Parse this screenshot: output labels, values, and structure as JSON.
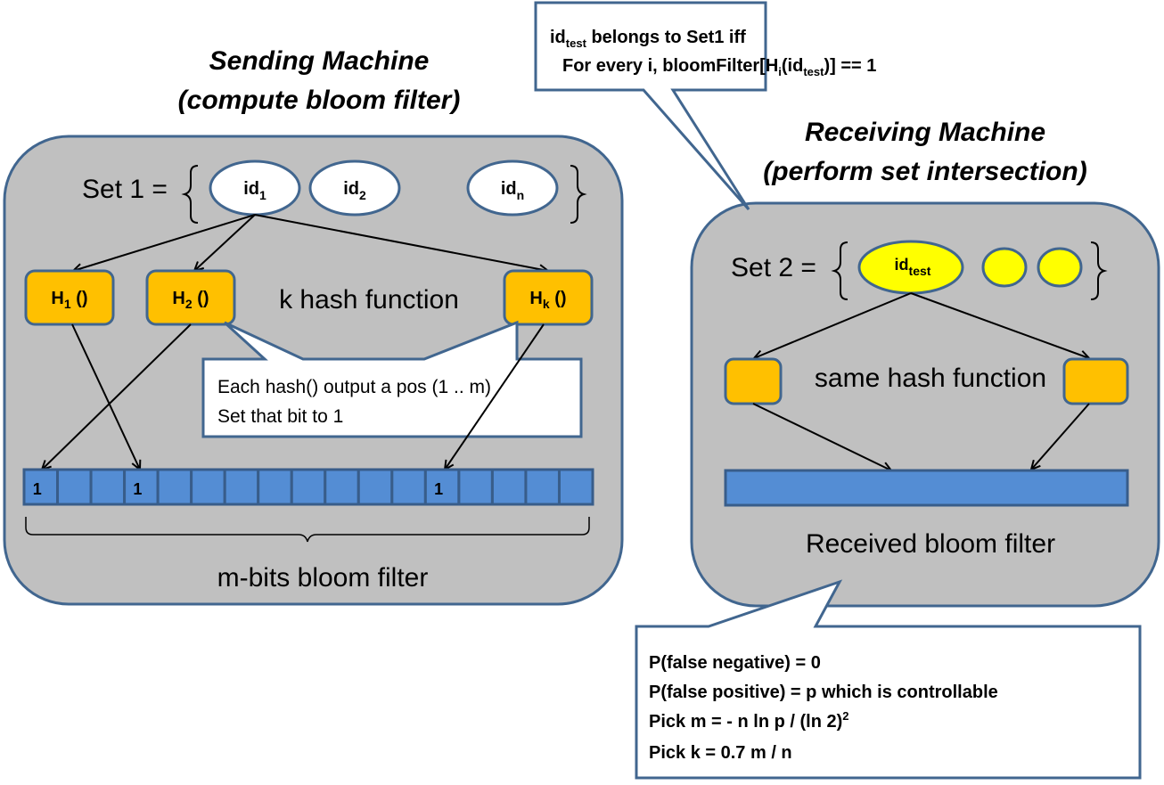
{
  "colors": {
    "panel_fill": "#c0c0c0",
    "panel_stroke": "#41668f",
    "hash_fill": "#ffc000",
    "set2_fill": "#ffff00",
    "bit_fill": "#548dd4",
    "bit_stroke": "#385d8a",
    "callout_fill": "#ffffff"
  },
  "sending": {
    "title_line1": "Sending Machine",
    "title_line2": "(compute bloom filter)",
    "set_label": "Set 1 =",
    "elements": [
      {
        "base": "id",
        "sub": "1"
      },
      {
        "base": "id",
        "sub": "2"
      },
      {
        "base": "id",
        "sub": "n"
      }
    ],
    "hash_functions": [
      {
        "base": "H",
        "sub": "1",
        "suffix": " ()"
      },
      {
        "base": "H",
        "sub": "2",
        "suffix": " ()"
      },
      {
        "base": "H",
        "sub": "k",
        "suffix": " ()"
      }
    ],
    "hash_label": "k hash function",
    "bits": [
      "1",
      "",
      "",
      "1",
      "",
      "",
      "",
      "",
      "",
      "",
      "",
      "",
      "1",
      "",
      "",
      "",
      ""
    ],
    "bits_label": "m-bits bloom filter",
    "callout": {
      "line1": "Each hash() output a pos (1 .. m)",
      "line2": "Set that bit to 1"
    }
  },
  "receiving": {
    "title_line1": "Receiving Machine",
    "title_line2": "(perform set intersection)",
    "set_label": "Set 2 =",
    "test_element": {
      "base": "id",
      "sub": "test"
    },
    "hash_label": "same hash function",
    "filter_label": "Received bloom filter"
  },
  "top_callout": {
    "line1_base": "id",
    "line1_sub": "test",
    "line1_rest": " belongs to Set1 iff",
    "line2_a": "For every i, bloomFilter[H",
    "line2_sub1": "i",
    "line2_b": "(id",
    "line2_sub2": "test",
    "line2_c": ")] == 1"
  },
  "bottom_callout": {
    "lines": [
      "P(false negative) = 0",
      "P(false positive) = p  which is controllable",
      "Pick m  =  - n ln p / (ln 2)",
      "Pick k  =  0.7 m / n"
    ],
    "line3_sup": "2"
  }
}
